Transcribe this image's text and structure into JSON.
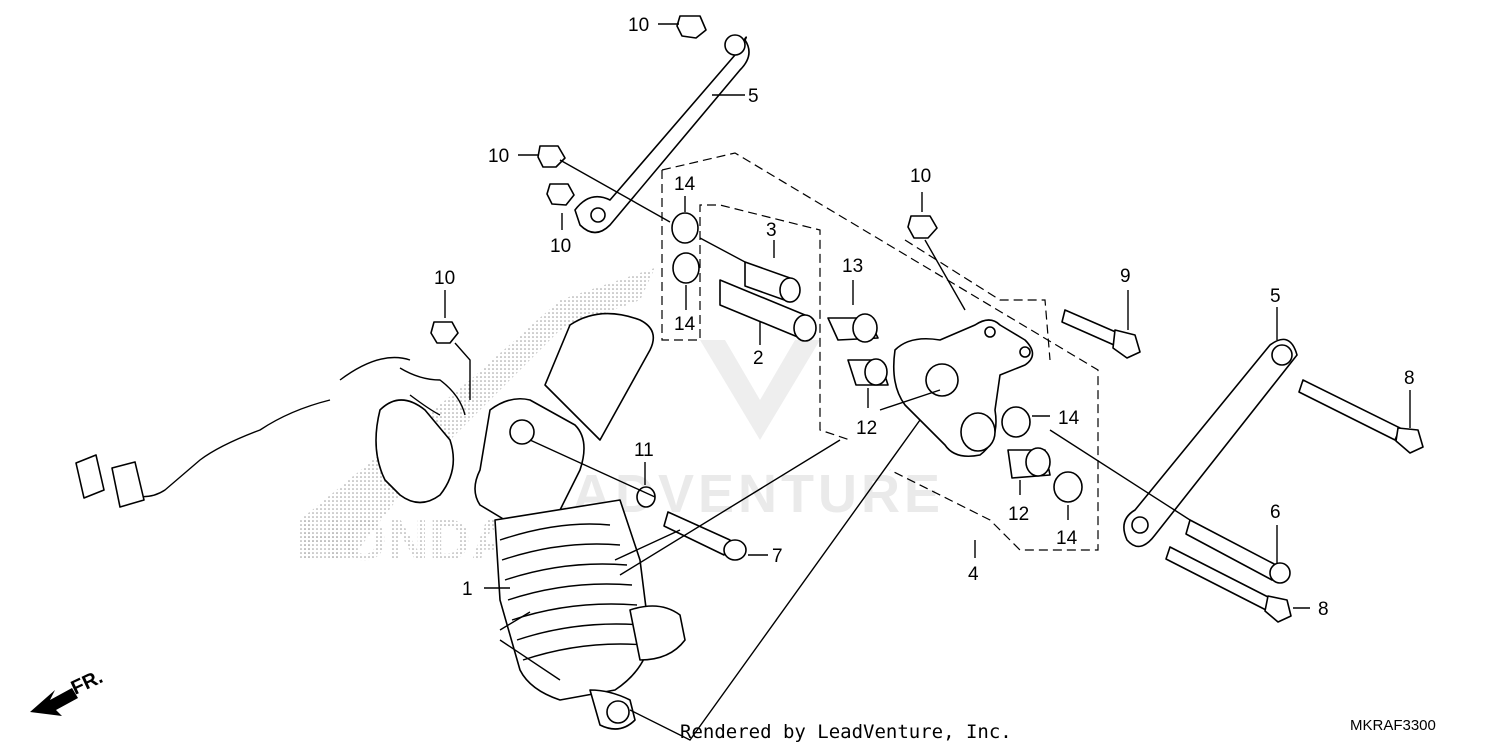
{
  "callouts": {
    "c1": "1",
    "c2": "2",
    "c3": "3",
    "c4": "4",
    "c5a": "5",
    "c5b": "5",
    "c6": "6",
    "c7": "7",
    "c8a": "8",
    "c8b": "8",
    "c9": "9",
    "c10a": "10",
    "c10b": "10",
    "c10c": "10",
    "c10d": "10",
    "c10e": "10",
    "c11": "11",
    "c12a": "12",
    "c12b": "12",
    "c13": "13",
    "c14a": "14",
    "c14b": "14",
    "c14c": "14",
    "c14d": "14"
  },
  "footer": {
    "credit": "Rendered by LeadVenture, Inc.",
    "diagram_code": "MKRAF3300"
  },
  "direction_label": "FR.",
  "watermark": {
    "text": "LEADVENTURE",
    "brand_text": "HONDA"
  },
  "colors": {
    "line": "#000000",
    "background": "#ffffff",
    "watermark": "#eaeaea",
    "dot_pattern": "#9a9a9a"
  }
}
